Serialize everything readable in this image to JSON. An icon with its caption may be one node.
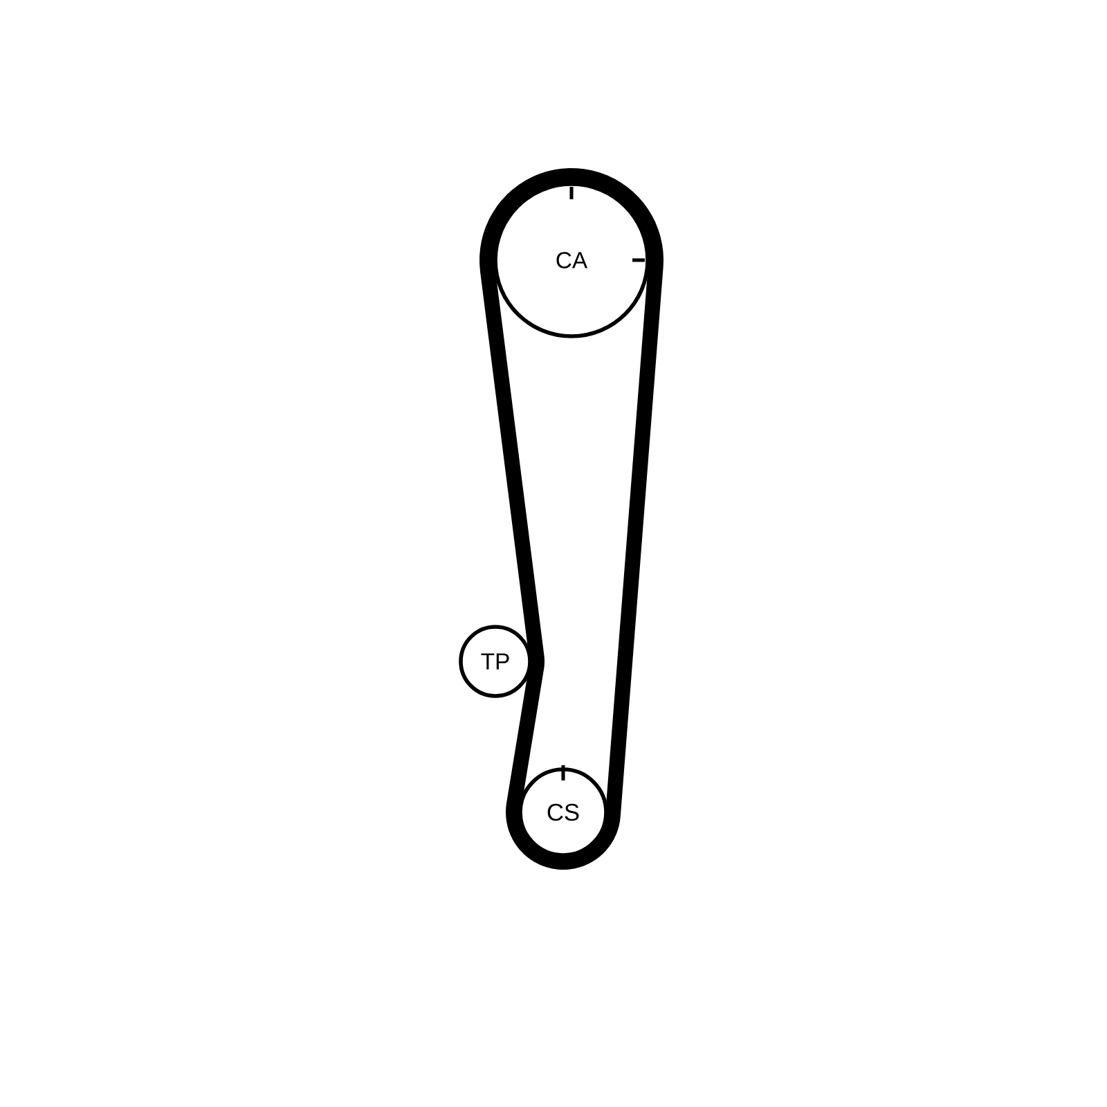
{
  "diagram": {
    "nodes": [
      {
        "text": [
          "CA"
        ]
      },
      {
        "text": [
          "TP"
        ]
      },
      {
        "text": [
          "CS"
        ]
      }
    ]
  }
}
